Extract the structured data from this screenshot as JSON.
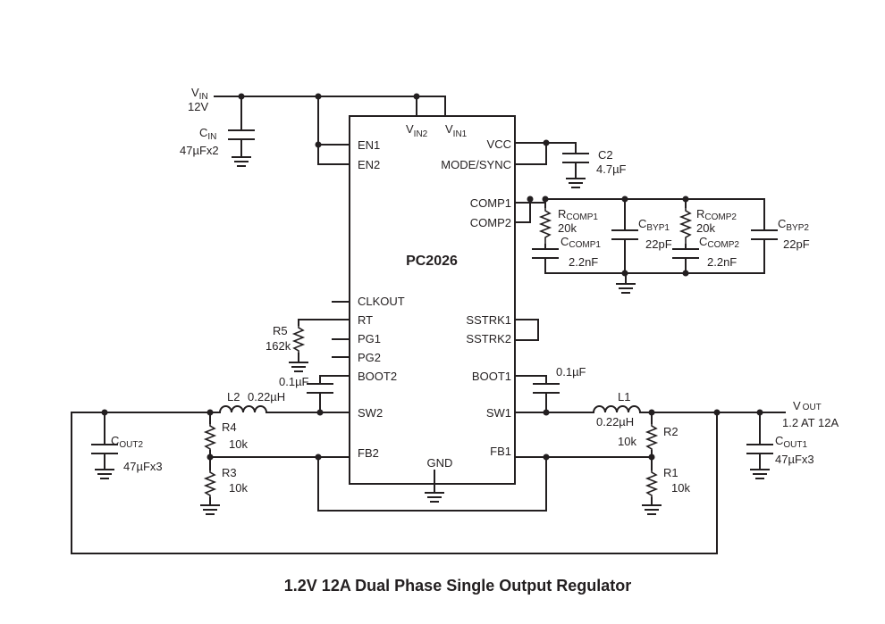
{
  "caption": "1.2V 12A Dual Phase Single Output Regulator",
  "chip": {
    "name": "PC2026",
    "pins_left": [
      "EN1",
      "EN2",
      "CLKOUT",
      "RT",
      "PG1",
      "PG2",
      "BOOT2",
      "SW2",
      "FB2"
    ],
    "pins_right": [
      "VCC",
      "MODE/SYNC",
      "COMP1",
      "COMP2",
      "SSTRK1",
      "SSTRK2",
      "BOOT1",
      "SW1",
      "FB1"
    ],
    "pin_top_vin2": {
      "main": "V",
      "sub": "IN2"
    },
    "pin_top_vin1": {
      "main": "V",
      "sub": "IN1"
    },
    "pin_gnd": "GND"
  },
  "input": {
    "name_main": "V",
    "name_sub": "IN",
    "value": "12V"
  },
  "cin": {
    "name_main": "C",
    "name_sub": "IN",
    "value": "47µFx2"
  },
  "c2": {
    "name": "C2",
    "value": "4.7µF"
  },
  "rcomp1": {
    "name_main": "R",
    "name_sub": "COMP1",
    "value": "20k"
  },
  "ccomp1": {
    "name_main": "C",
    "name_sub": "COMP1",
    "value": "2.2nF"
  },
  "cbyp1": {
    "name_main": "C",
    "name_sub": "BYP1",
    "value": "22pF"
  },
  "rcomp2": {
    "name_main": "R",
    "name_sub": "COMP2",
    "value": "20k"
  },
  "ccomp2": {
    "name_main": "C",
    "name_sub": "COMP2",
    "value": "2.2nF"
  },
  "cbyp2": {
    "name_main": "C",
    "name_sub": "BYP2",
    "value": "22pF"
  },
  "r5": {
    "name": "R5",
    "value": "162k"
  },
  "cboot2": {
    "value": "0.1µF"
  },
  "cboot1": {
    "value": "0.1µF"
  },
  "l2": {
    "name": "L2",
    "value": "0.22µH"
  },
  "l1": {
    "name": "L1",
    "value": "0.22µH"
  },
  "r4": {
    "name": "R4",
    "value": "10k"
  },
  "r3": {
    "name": "R3",
    "value": "10k"
  },
  "r2": {
    "name": "R2",
    "value": "10k"
  },
  "r1": {
    "name": "R1",
    "value": "10k"
  },
  "cout2": {
    "name_main": "C",
    "name_sub": "OUT2",
    "value": "47µFx3"
  },
  "cout1": {
    "name_main": "C",
    "name_sub": "OUT1",
    "value": "47µFx3"
  },
  "output": {
    "name_main": "V",
    "name_sub": "OUT",
    "value": "1.2 AT 12A"
  }
}
